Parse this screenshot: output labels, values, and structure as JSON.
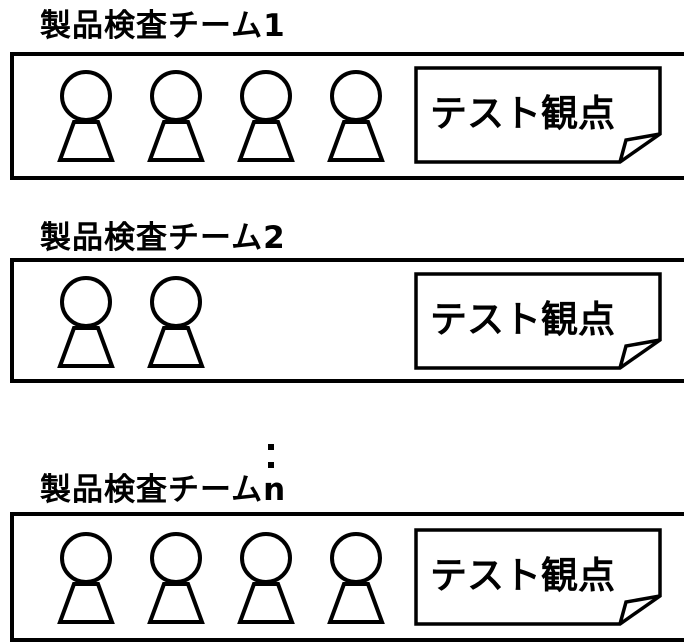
{
  "diagram": {
    "teams": [
      {
        "title": "製品検査チーム1",
        "member_count": 4,
        "note_label": "テスト観点"
      },
      {
        "title": "製品検査チーム2",
        "member_count": 2,
        "note_label": "テスト観点"
      },
      {
        "title": "製品検査チームn",
        "member_count": 4,
        "note_label": "テスト観点"
      }
    ],
    "ellipsis": ":"
  }
}
